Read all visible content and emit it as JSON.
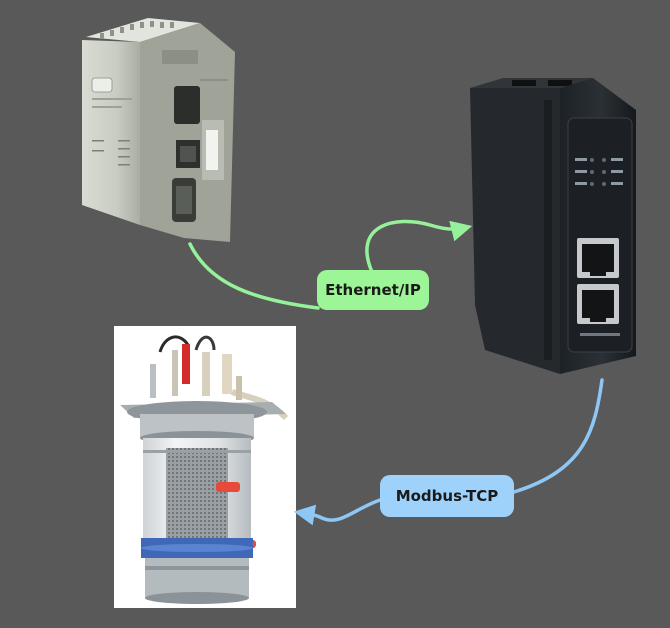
{
  "diagram": {
    "links": [
      {
        "label": "Ethernet/IP",
        "color": "#96f29a",
        "fill": "#9cf597"
      },
      {
        "label": "Modbus-TCP",
        "color": "#8ec7f5",
        "fill": "#9fd2fb"
      }
    ],
    "devices": [
      {
        "name": "plc-controller"
      },
      {
        "name": "protocol-gateway"
      },
      {
        "name": "bioreactor-vessel"
      }
    ]
  }
}
